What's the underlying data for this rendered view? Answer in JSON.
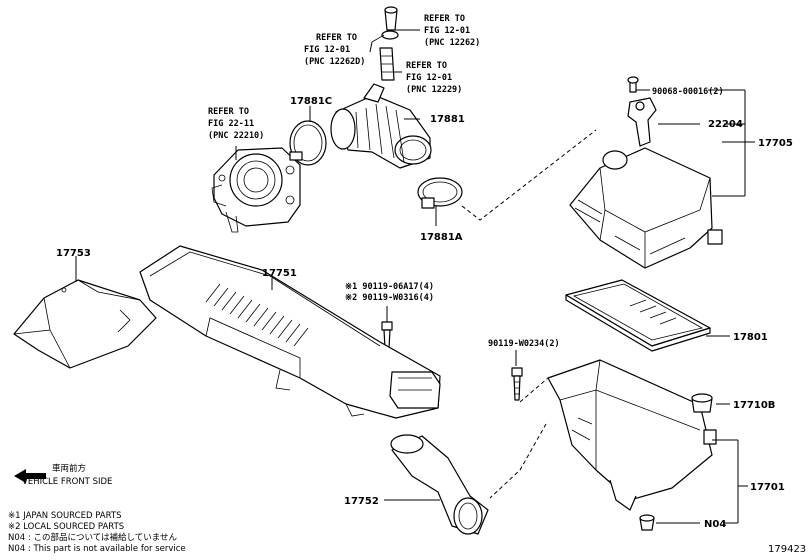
{
  "parts": {
    "p17753": "17753",
    "p17751": "17751",
    "p17881c": "17881C",
    "p17881": "17881",
    "p17881a": "17881A",
    "p22204": "22204",
    "p17705": "17705",
    "p90068": "90068-00016(2)",
    "p17801": "17801",
    "p90119_w0234": "90119-W0234(2)",
    "p17710b": "17710B",
    "p17701": "17701",
    "p17752": "17752",
    "pn04": "N04",
    "bolt_a": "※1 90119-06A17(4)",
    "bolt_b": "※2 90119-W0316(4)"
  },
  "refs": {
    "r1": {
      "l1": "REFER TO",
      "l2": "FIG 12-01",
      "l3": "(PNC 12262)"
    },
    "r2": {
      "l1": "REFER TO",
      "l2": "FIG 12-01",
      "l3": "(PNC 12262D)"
    },
    "r3": {
      "l1": "REFER TO",
      "l2": "FIG 12-01",
      "l3": "(PNC 12229)"
    },
    "r4": {
      "l1": "REFER TO",
      "l2": "FIG 22-11",
      "l3": "(PNC 22210)"
    }
  },
  "legend": {
    "arrow_jp": "車両前方",
    "arrow_en": "VEHICLE FRONT SIDE",
    "note1": "※1 JAPAN SOURCED PARTS",
    "note2": "※2 LOCAL SOURCED PARTS",
    "note3": "N04 : この部品については補給していません",
    "note4": "N04 : This part is not available for service"
  },
  "figure_number": "179423"
}
